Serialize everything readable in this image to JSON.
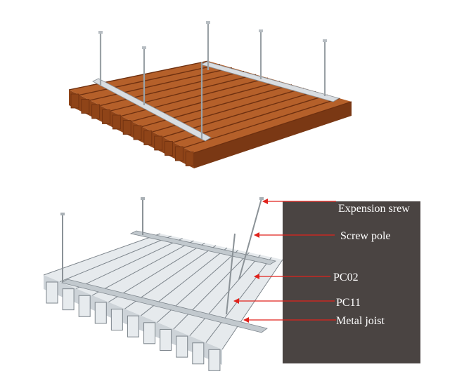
{
  "labels": {
    "expansion_screw": "Expension srew",
    "screw_pole": "Screw pole",
    "pc02": "PC02",
    "pc11": "PC11",
    "metal_joist": "Metal joist"
  },
  "colors": {
    "wood_top": "#b5602a",
    "wood_front": "#8f4418",
    "wood_dark": "#6e3010",
    "metal_light": "#e7ebee",
    "metal_mid": "#c8cfd5",
    "metal_dark": "#7d858c",
    "panel": "#4a4442",
    "arrow": "#e0231c",
    "label_text": "#ffffff"
  }
}
